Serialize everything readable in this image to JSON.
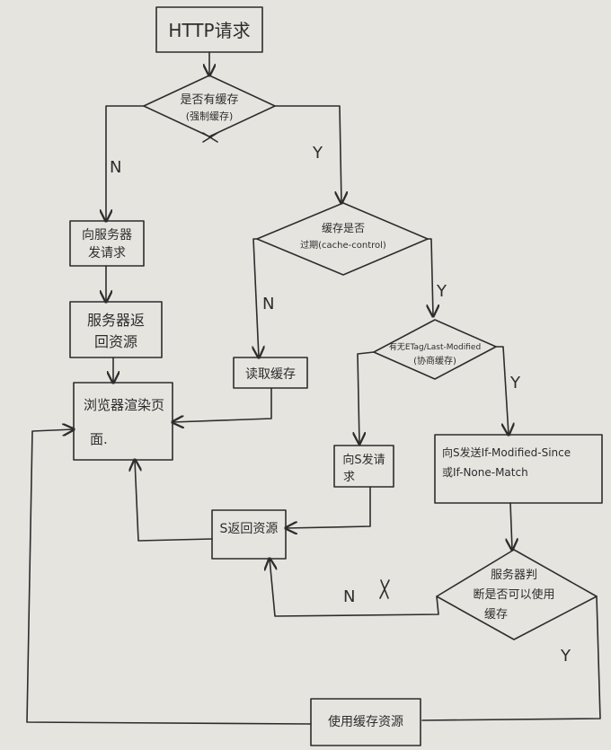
{
  "nodes": {
    "http_request": "HTTP请求",
    "has_cache": [
      "是否有缓存",
      "(强制缓存)"
    ],
    "send_request": [
      "向服务器",
      "发请求"
    ],
    "server_return": [
      "服务器返",
      "回资源"
    ],
    "browser_render": [
      "浏览器渲染页",
      "面."
    ],
    "cache_expired": [
      "缓存是否",
      "过期(cache-control)"
    ],
    "read_cache": "读取缓存",
    "has_etag": [
      "有无ETag/Last-Modified",
      "(协商缓存)"
    ],
    "request_s": [
      "向S发请",
      "求"
    ],
    "send_if_modified": [
      "向S发送If-Modified-Since",
      "或If-None-Match"
    ],
    "s_return_resource": "S返回资源",
    "server_judge": [
      "服务器判",
      "断是否可以使用",
      "缓存"
    ],
    "use_cache_resource": "使用缓存资源"
  },
  "edge_labels": {
    "has_cache_no": "N",
    "has_cache_yes": "Y",
    "expired_no": "N",
    "expired_yes": "Y",
    "etag_yes": "Y",
    "judge_no": "N",
    "judge_yes": "Y"
  },
  "colors": {
    "paper": "#e6e4df",
    "ink": "#2d2d2d"
  }
}
